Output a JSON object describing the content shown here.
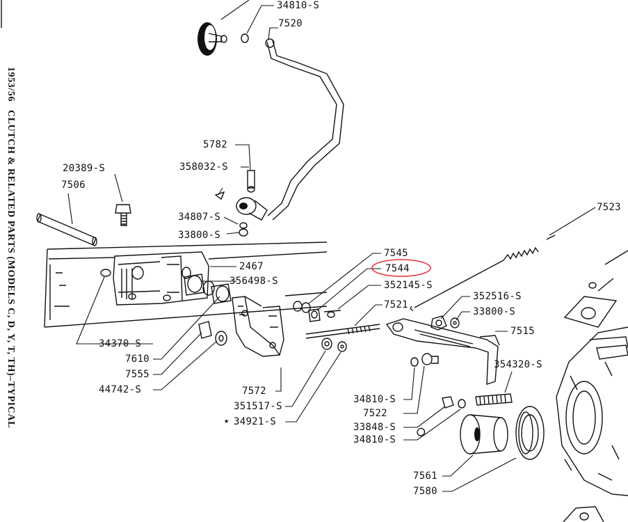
{
  "side_title": {
    "year": "1953/56",
    "text": "CLUTCH & RELATED PARTS (MODELS C, D, Y, T, TH)–TYPICAL"
  },
  "highlight_color": "#e8333a",
  "labels": {
    "p34810_top": "34810-S",
    "p7520": "7520",
    "p5782": "5782",
    "p358032": "358032-S",
    "p20389": "20389-S",
    "p7506": "7506",
    "p34807": "34807-S",
    "p33800_left": "33800-S",
    "p7523": "7523",
    "p7545": "7545",
    "p7544": "7544",
    "p352145": "352145-S",
    "p2467": "2467",
    "p356498": "356498-S",
    "p352516": "352516-S",
    "p7521": "7521",
    "p33800_right": "33800-S",
    "p7515": "7515",
    "p34370": "34370-S",
    "p7610": "7610",
    "p7555": "7555",
    "p44742": "44742-S",
    "p354320": "354320-S",
    "p7572": "7572",
    "p351517": "351517-S",
    "p34921": "34921-S",
    "p34921_star": "★",
    "p34810_mid": "34810-S",
    "p7522": "7522",
    "p33848": "33848-S",
    "p34810_bot": "34810-S",
    "p7561": "7561",
    "p7580": "7580"
  }
}
